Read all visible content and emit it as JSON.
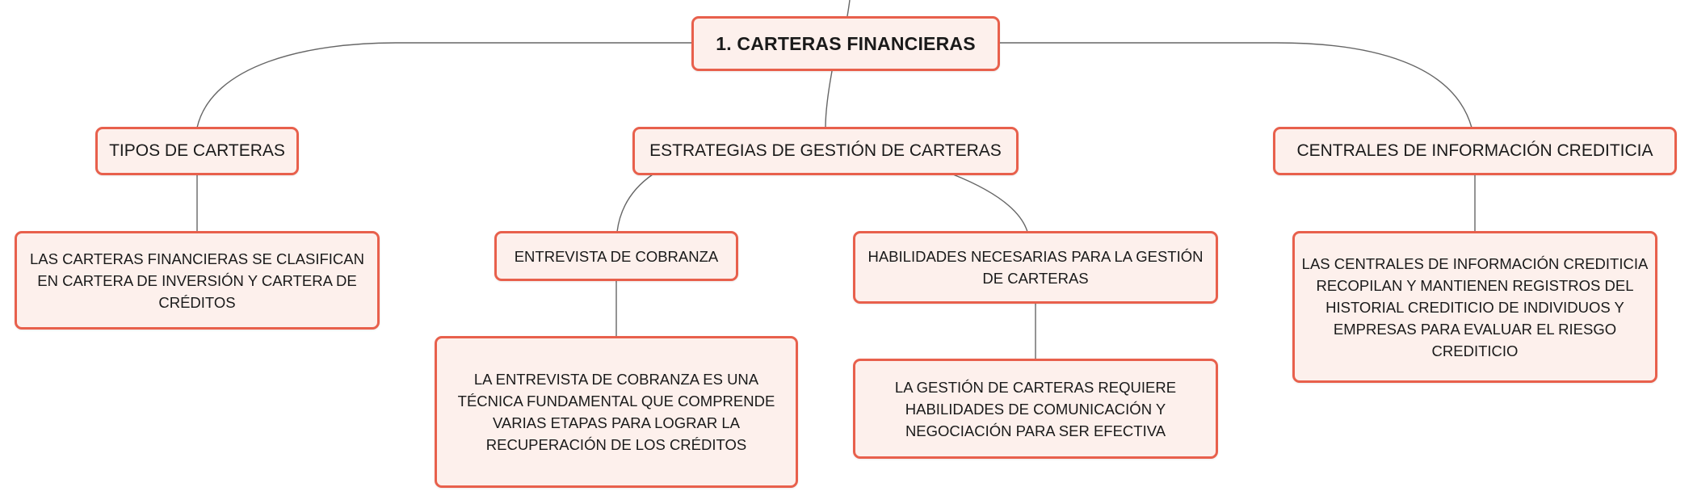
{
  "root": {
    "label": "1. CARTERAS FINANCIERAS"
  },
  "branches": [
    {
      "label": "TIPOS DE CARTERAS"
    },
    {
      "label": "ESTRATEGIAS DE GESTIÓN DE CARTERAS"
    },
    {
      "label": "CENTRALES DE INFORMACIÓN CREDITICIA"
    }
  ],
  "subtopics": [
    {
      "label": "ENTREVISTA DE COBRANZA"
    },
    {
      "label": "HABILIDADES NECESARIAS PARA LA GESTIÓN DE CARTERAS"
    }
  ],
  "notes": {
    "tipos": "LAS CARTERAS FINANCIERAS SE CLASIFICAN EN CARTERA DE INVERSIÓN Y CARTERA DE CRÉDITOS",
    "entrevista": "LA ENTREVISTA DE COBRANZA ES UNA TÉCNICA FUNDAMENTAL QUE COMPRENDE VARIAS ETAPAS PARA LOGRAR LA RECUPERACIÓN DE LOS CRÉDITOS",
    "habilidades": "LA GESTIÓN DE CARTERAS REQUIERE HABILIDADES DE COMUNICACIÓN Y NEGOCIACIÓN PARA SER EFECTIVA",
    "centrales": "LAS CENTRALES DE INFORMACIÓN CREDITICIA RECOPILAN Y MANTIENEN REGISTROS DEL HISTORIAL CREDITICIO DE INDIVIDUOS Y EMPRESAS PARA EVALUAR EL RIESGO CREDITICIO"
  },
  "colors": {
    "node_border": "#e8604c",
    "node_fill": "#fdf0ec",
    "connector": "#555555"
  }
}
